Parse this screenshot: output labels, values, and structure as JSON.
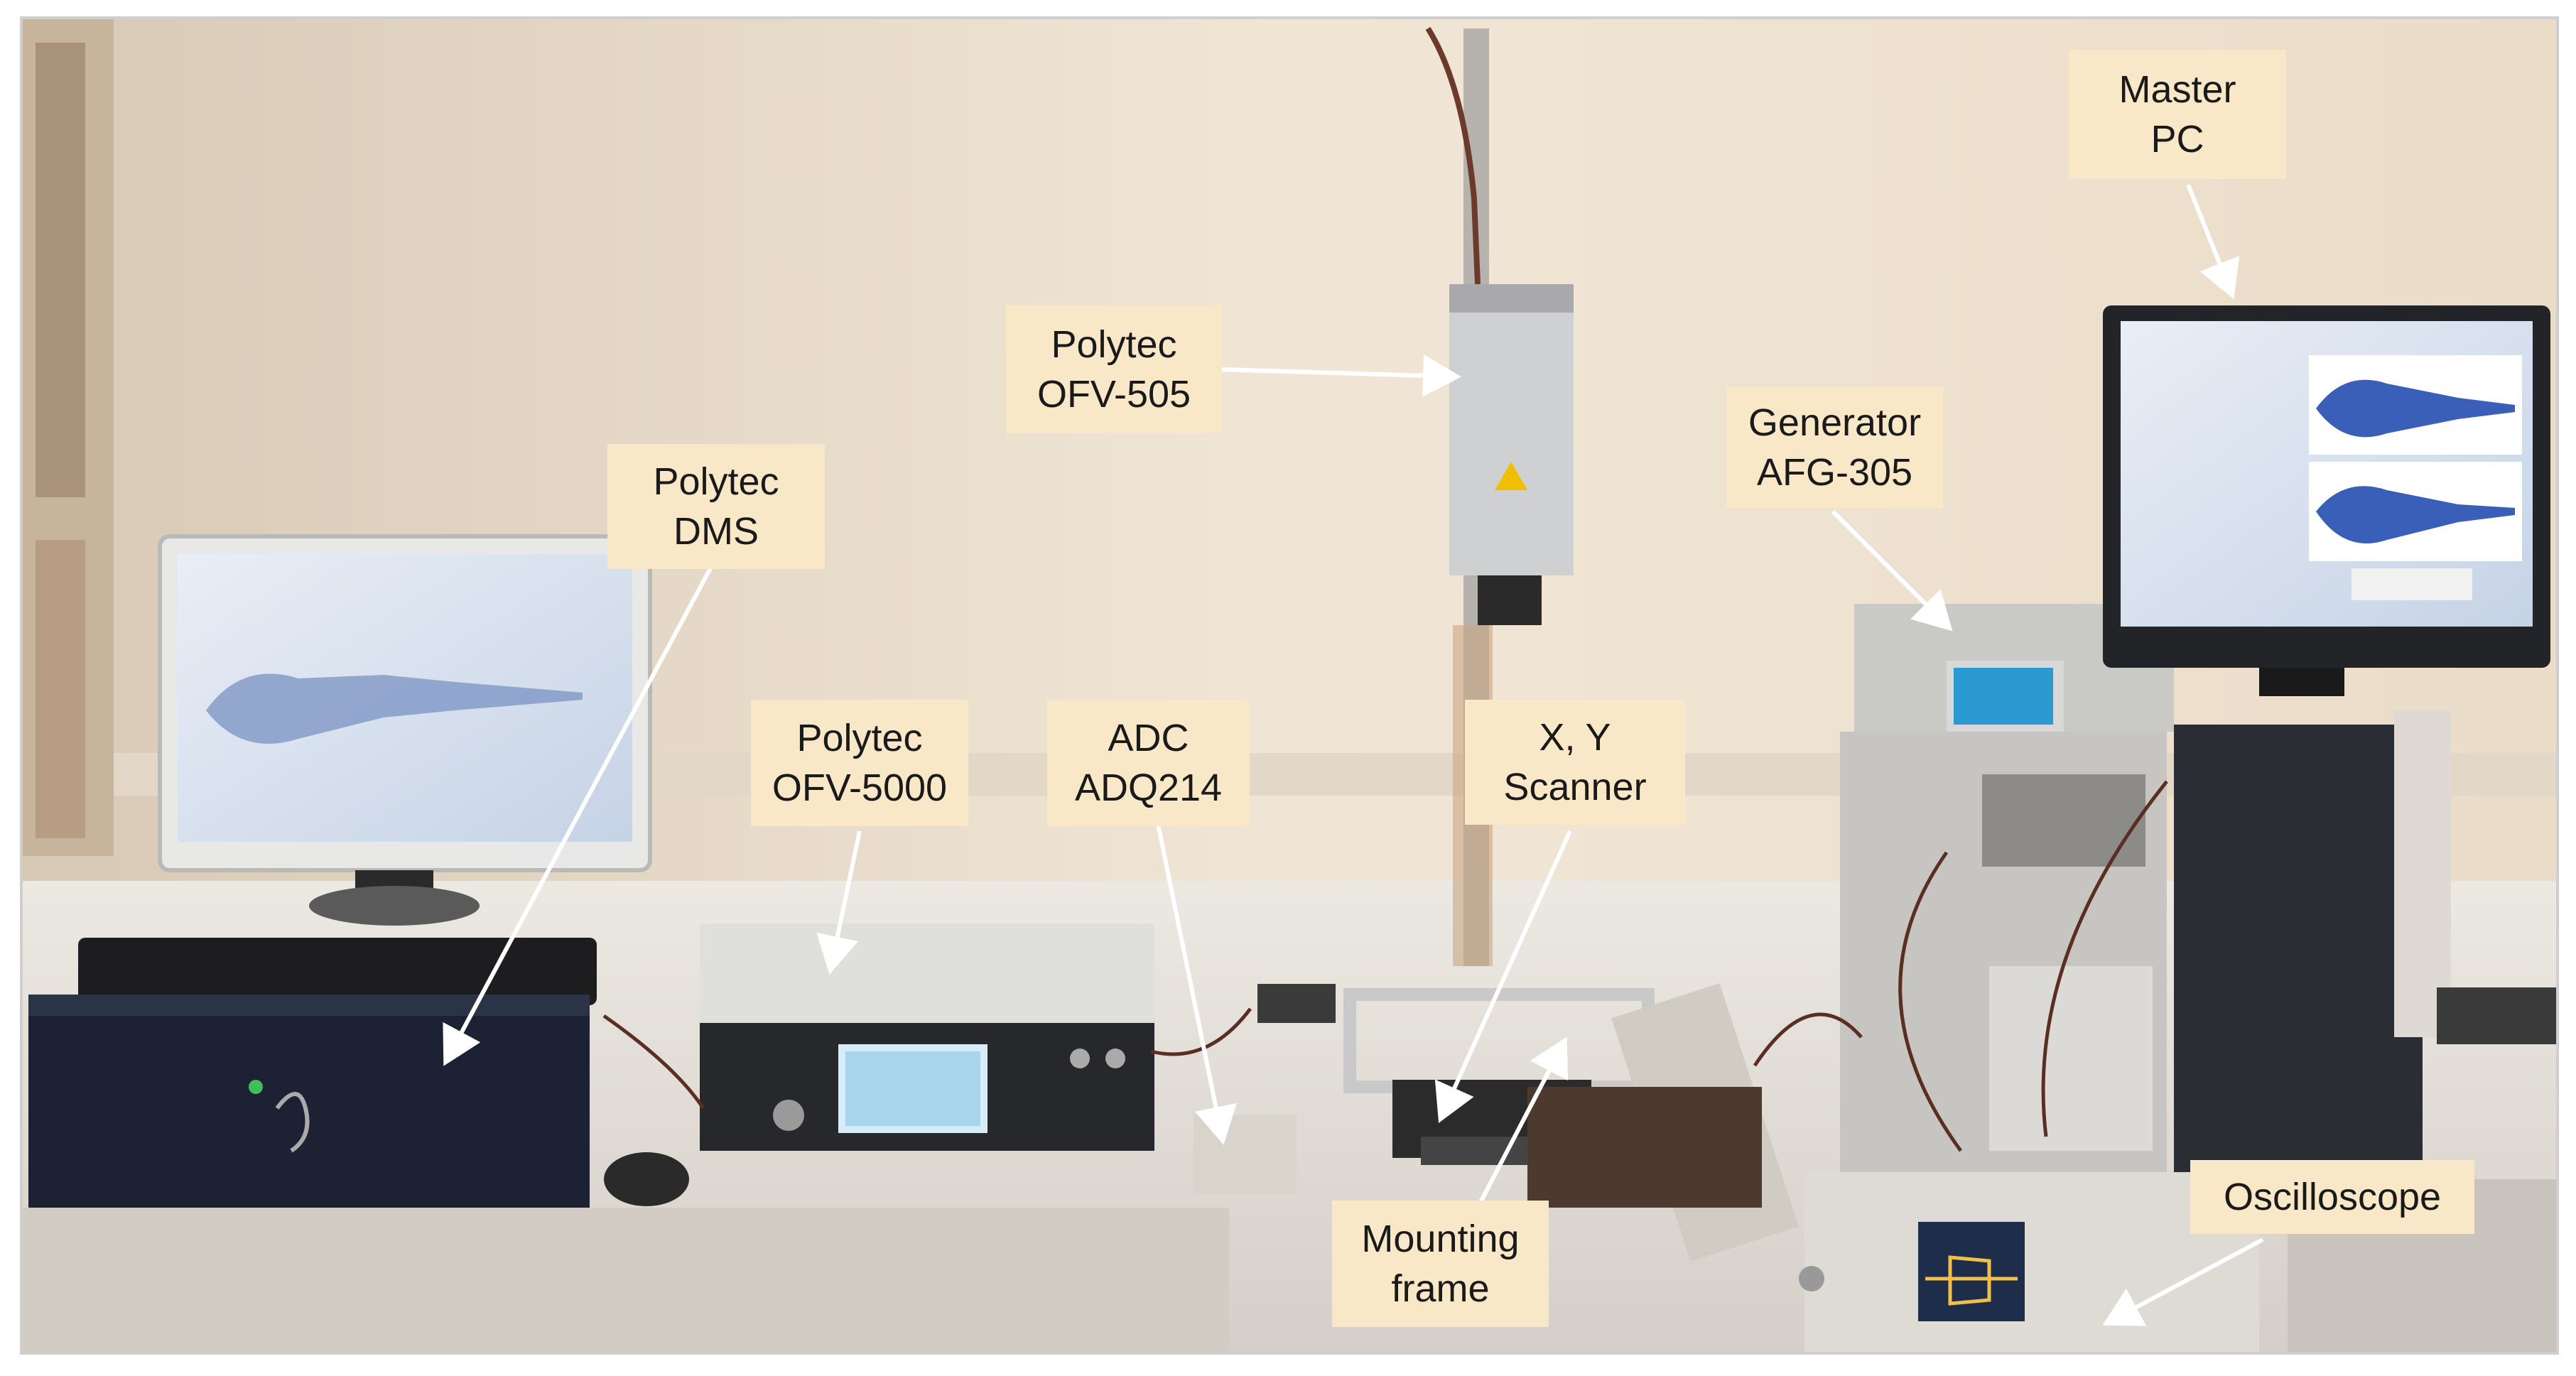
{
  "annotations": [
    {
      "id": "master-pc",
      "lines": [
        "Master",
        "PC"
      ]
    },
    {
      "id": "polytec-ofv-505",
      "lines": [
        "Polytec",
        "OFV-505"
      ]
    },
    {
      "id": "generator-afg-305",
      "lines": [
        "Generator",
        "AFG-305"
      ]
    },
    {
      "id": "polytec-dms",
      "lines": [
        "Polytec",
        "DMS"
      ]
    },
    {
      "id": "polytec-ofv-5000",
      "lines": [
        "Polytec",
        "OFV-5000"
      ]
    },
    {
      "id": "adc-adq214",
      "lines": [
        "ADC",
        "ADQ214"
      ]
    },
    {
      "id": "xy-scanner",
      "lines": [
        "X, Y",
        "Scanner"
      ]
    },
    {
      "id": "mounting-frame",
      "lines": [
        "Mounting",
        "frame"
      ]
    },
    {
      "id": "oscilloscope",
      "lines": [
        "Oscilloscope"
      ]
    }
  ],
  "colors": {
    "label_bg": "#f9e8c8",
    "wall": "#efe3d3",
    "desk": "#e6e2dc",
    "arrow": "#ffffff"
  }
}
